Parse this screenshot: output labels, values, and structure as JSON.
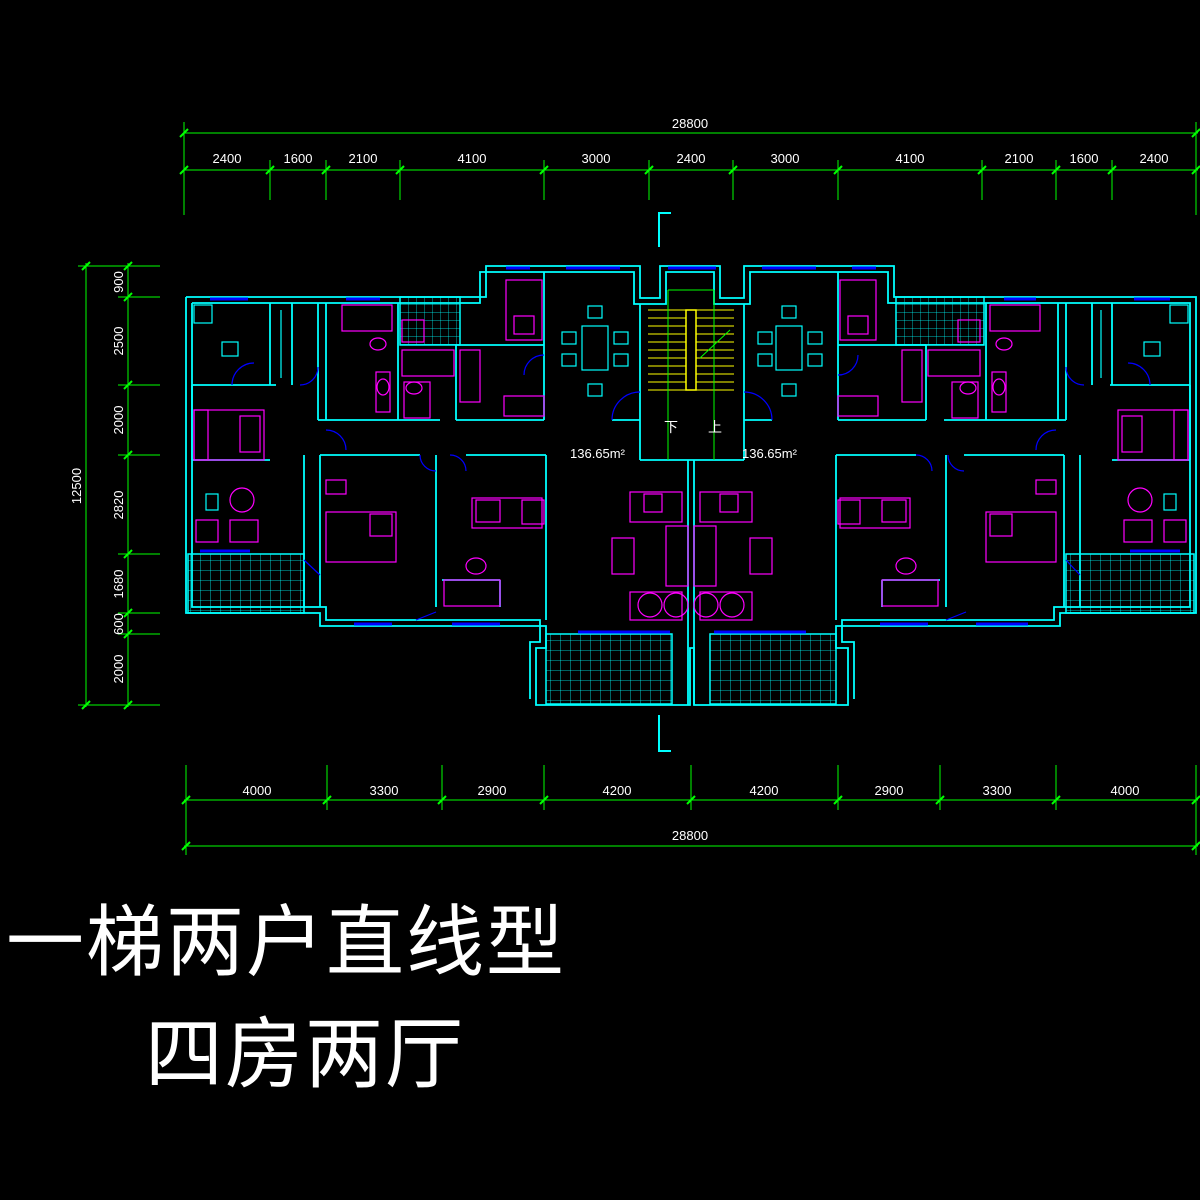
{
  "title": {
    "line1": "一梯两户直线型",
    "line2": "四房两厅"
  },
  "colors": {
    "background": "#000000",
    "dimension": "#00ff00",
    "wall": "#00ffff",
    "furniture": "#ff00ff",
    "window": "#0000ff",
    "stair": "#ffff00",
    "text": "#ffffff"
  },
  "dimensions": {
    "top_total": "28800",
    "top_segments": [
      "2400",
      "1600",
      "2100",
      "4100",
      "3000",
      "2400",
      "3000",
      "4100",
      "2100",
      "1600",
      "2400"
    ],
    "left_total": "12500",
    "left_segments": [
      "900",
      "2500",
      "2000",
      "2820",
      "1680",
      "600",
      "2000"
    ],
    "bottom_segments": [
      "4000",
      "3300",
      "2900",
      "4200",
      "4200",
      "2900",
      "3300",
      "4000"
    ],
    "bottom_total": "28800"
  },
  "units": {
    "left_area": "136.65m²",
    "right_area": "136.65m²"
  },
  "stair": {
    "down": "下",
    "up": "上"
  }
}
